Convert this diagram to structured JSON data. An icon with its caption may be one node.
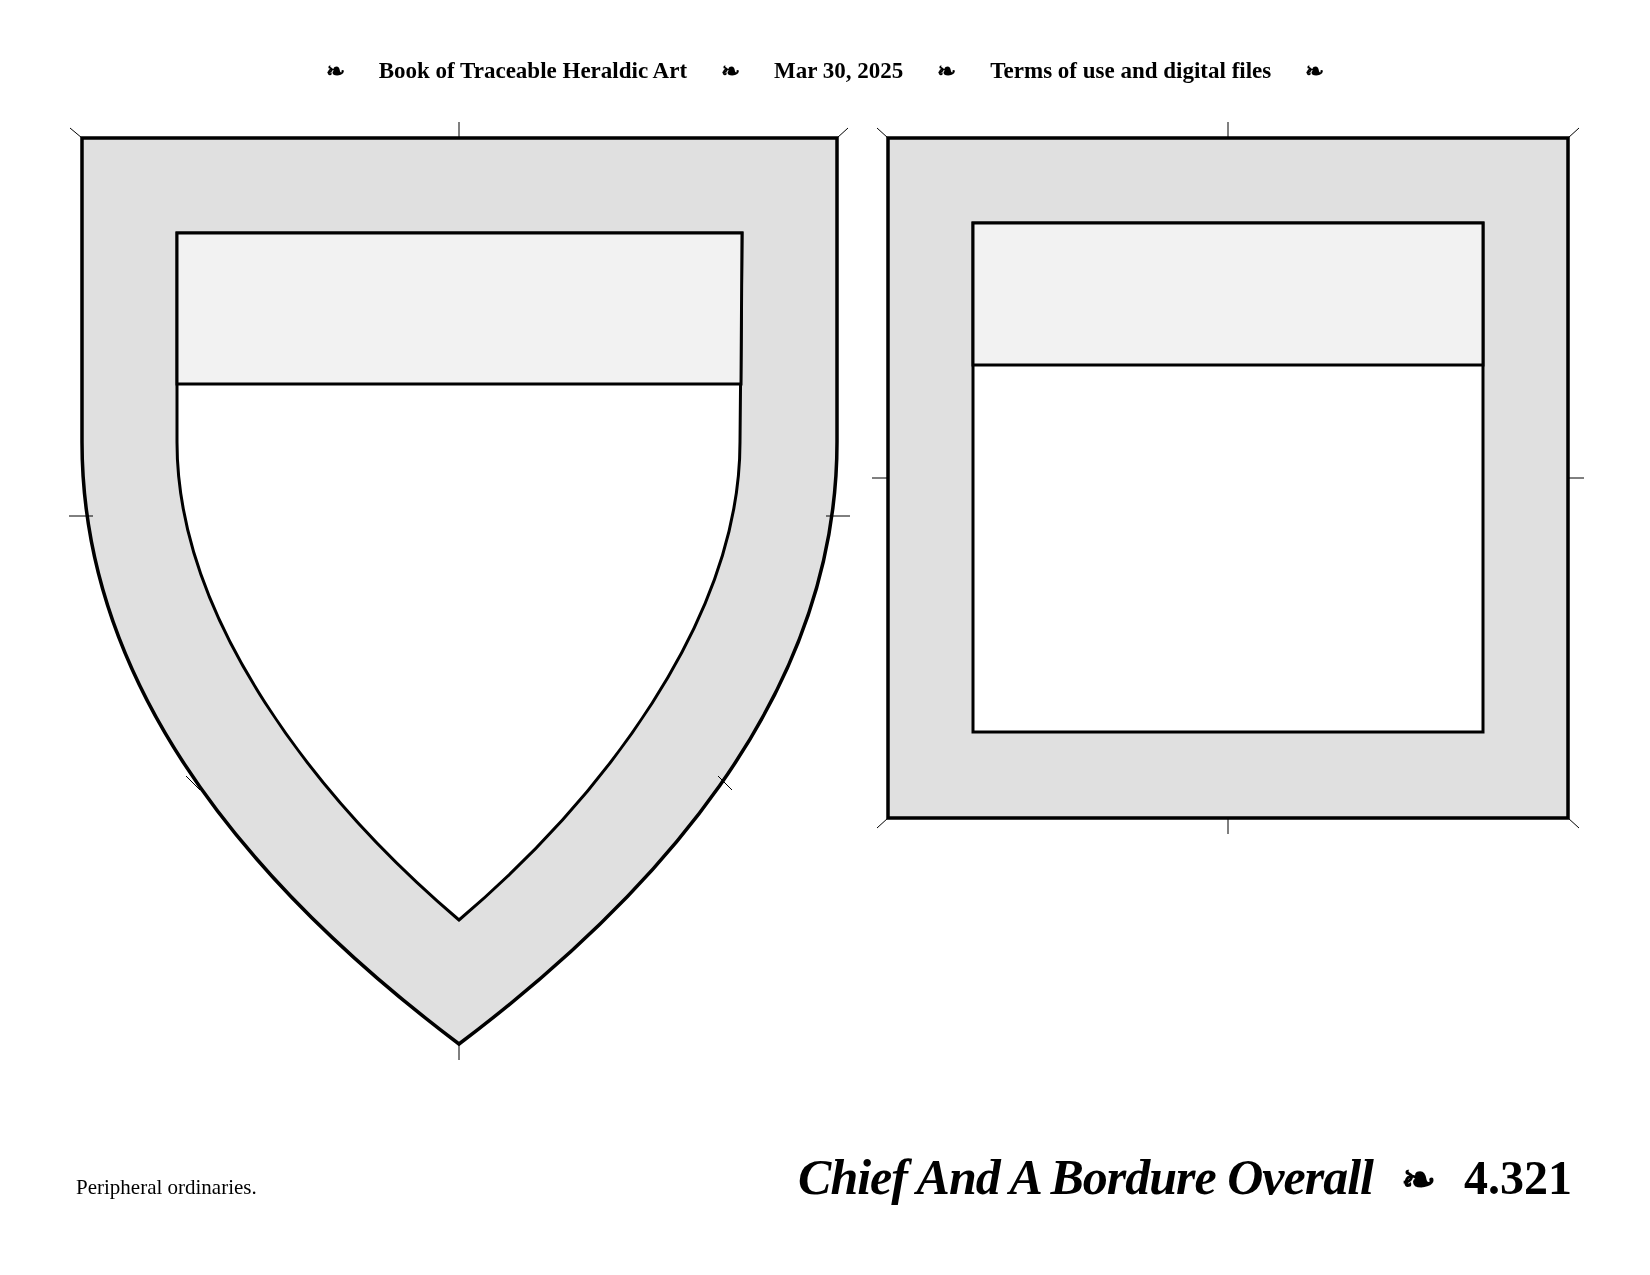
{
  "diagram": {
    "title": "Chief And A Bordure Overall",
    "caption": "Peripheral ordinaries.",
    "labels": [
      "❧",
      "Book of Traceable Heraldic Art",
      "❧",
      "Mar 30, 2025",
      "❧",
      "Terms of use and digital files",
      "❧",
      "❧",
      "4.321"
    ]
  }
}
